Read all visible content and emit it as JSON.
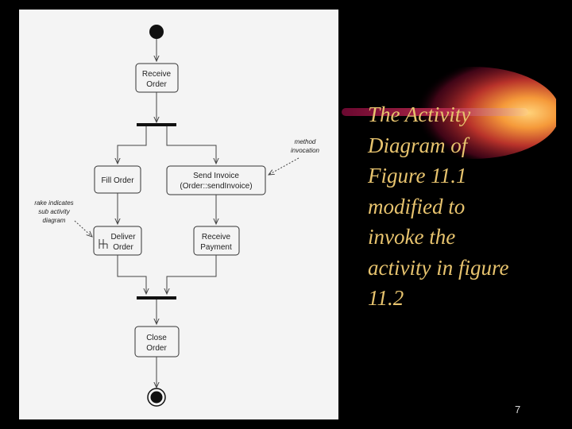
{
  "slide": {
    "caption_lines": [
      "The Activity",
      "Diagram of",
      "Figure 11.1",
      "modified to",
      "invoke the",
      "activity in figure",
      "11.2"
    ],
    "page_number": "7",
    "colors": {
      "background": "#000000",
      "caption": "#e7c36e",
      "flare_core": "#ffb04a",
      "flare_edge": "#7a0a2a"
    }
  },
  "diagram": {
    "nodes": {
      "receive_order": [
        "Receive",
        "Order"
      ],
      "fill_order": [
        "Fill Order"
      ],
      "send_invoice": [
        "Send Invoice",
        "(Order::sendInvoice)"
      ],
      "deliver_order": [
        "Deliver",
        "Order"
      ],
      "receive_payment": [
        "Receive",
        "Payment"
      ],
      "close_order": [
        "Close",
        "Order"
      ]
    },
    "notes": {
      "method_invocation": [
        "method",
        "invocation"
      ],
      "rake": [
        "rake indicates",
        "sub activity",
        "diagram"
      ]
    }
  }
}
